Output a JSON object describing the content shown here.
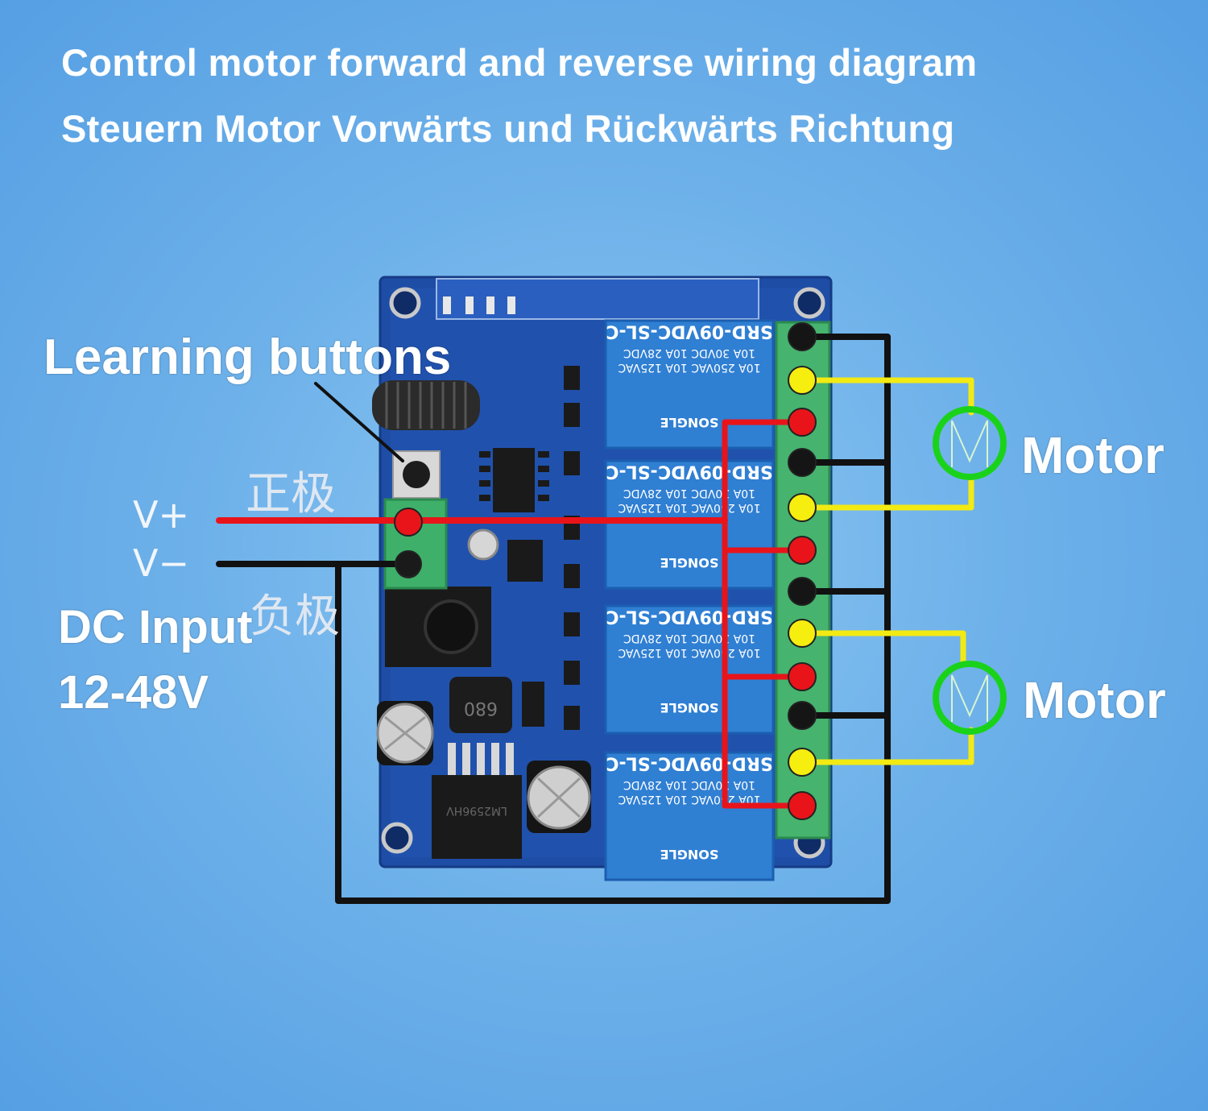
{
  "title": {
    "line1": "Control motor forward and reverse wiring diagram",
    "line2": "Steuern Motor Vorwärts und Rückwärts Richtung"
  },
  "labels": {
    "learning_buttons": "Learning buttons",
    "v_plus": "V+",
    "v_minus": "V−",
    "positive_cn": "正极",
    "negative_cn": "负极",
    "dc_input": "DC Input",
    "dc_voltage": "12-48V",
    "motor_1": "Motor",
    "motor_2": "Motor"
  },
  "relay": {
    "model": "SRD-09VDC-SL-C",
    "line_a": "10A 250VAC  10A 125VAC",
    "line_b": "10A 30VDC  10A 28VDC",
    "brand": "SONGLE",
    "count": 4
  },
  "ic_marking": "LM2596HV",
  "inductor_marking": "680",
  "colors": {
    "background": "#6fb2ea",
    "pcb": "#1f4fa8",
    "relay": "#2f7fd3",
    "wire_positive": "#e8141a",
    "wire_negative": "#111111",
    "wire_motor": "#f2ea12",
    "motor_ring": "#1bd21b"
  }
}
